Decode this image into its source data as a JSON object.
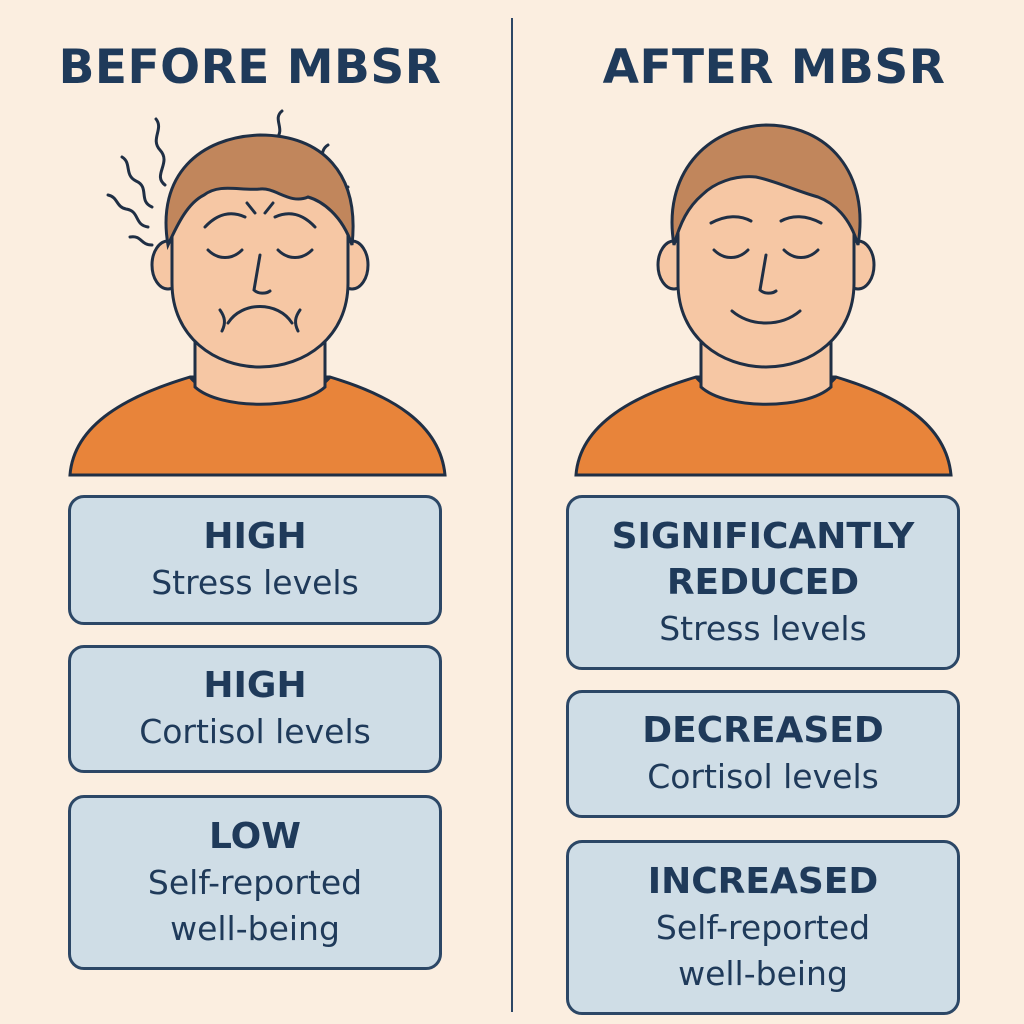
{
  "before": {
    "title": "BEFORE MBSR",
    "cards": [
      {
        "level": "HIGH",
        "metric": "Stress levels"
      },
      {
        "level": "HIGH",
        "metric": "Cortisol levels"
      },
      {
        "level": "LOW",
        "metric": "Self-reported\nwell-being"
      }
    ]
  },
  "after": {
    "title": "AFTER MBSR",
    "cards": [
      {
        "level": "SIGNIFICANTLY\nREDUCED",
        "metric": "Stress levels"
      },
      {
        "level": "DECREASED",
        "metric": "Cortisol levels"
      },
      {
        "level": "INCREASED",
        "metric": "Self-reported\nwell-being"
      }
    ]
  },
  "colors": {
    "background": "#fbeee0",
    "text": "#1f3a5a",
    "card_fill": "#cfdde6",
    "shirt": "#e8843a",
    "skin": "#f6c7a4",
    "hair": "#c1865c"
  },
  "icons": {
    "before_figure": "stressed-person-icon",
    "after_figure": "calm-person-icon"
  }
}
